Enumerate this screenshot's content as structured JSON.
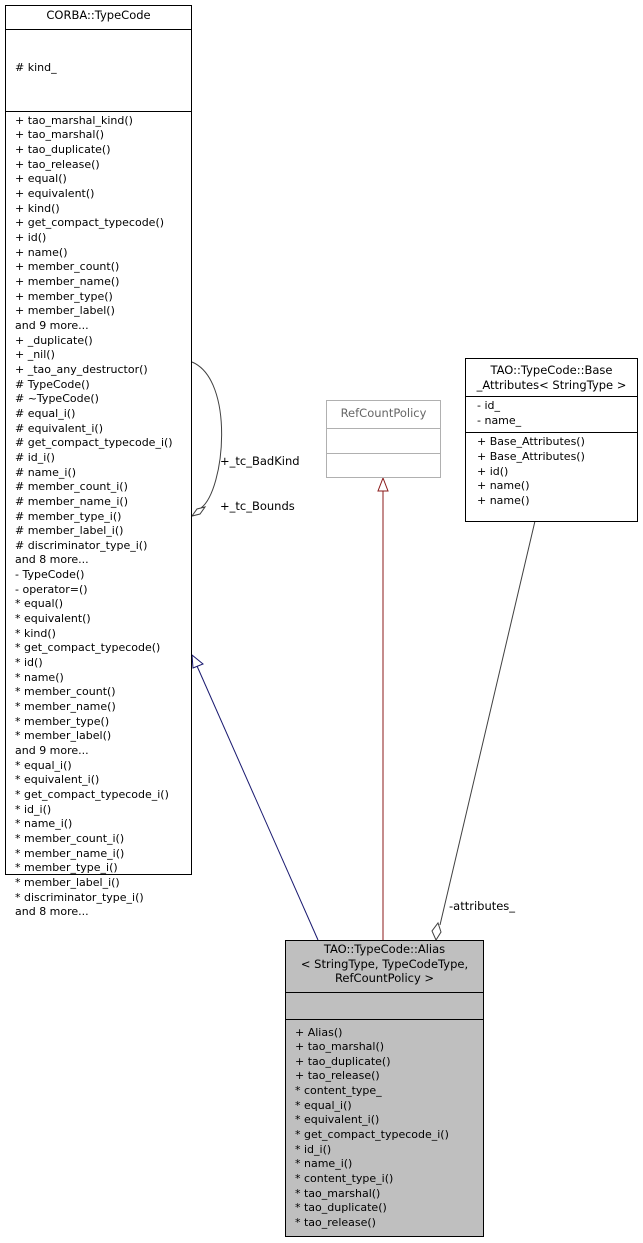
{
  "classes": {
    "typecode": {
      "title": [
        "CORBA::TypeCode"
      ],
      "attributes": [
        "# kind_"
      ],
      "operations": [
        "+ tao_marshal_kind()",
        "+ tao_marshal()",
        "+ tao_duplicate()",
        "+ tao_release()",
        "+ equal()",
        "+ equivalent()",
        "+ kind()",
        "+ get_compact_typecode()",
        "+ id()",
        "+ name()",
        "+ member_count()",
        "+ member_name()",
        "+ member_type()",
        "+ member_label()",
        "and 9 more...",
        "+ _duplicate()",
        "+ _nil()",
        "+ _tao_any_destructor()",
        "# TypeCode()",
        "# ~TypeCode()",
        "# equal_i()",
        "# equivalent_i()",
        "# get_compact_typecode_i()",
        "# id_i()",
        "# name_i()",
        "# member_count_i()",
        "# member_name_i()",
        "# member_type_i()",
        "# member_label_i()",
        "# discriminator_type_i()",
        "and 8 more...",
        "- TypeCode()",
        "- operator=()",
        "* equal()",
        "* equivalent()",
        "* kind()",
        "* get_compact_typecode()",
        "* id()",
        "* name()",
        "* member_count()",
        "* member_name()",
        "* member_type()",
        "* member_label()",
        "and 9 more...",
        "* equal_i()",
        "* equivalent_i()",
        "* get_compact_typecode_i()",
        "* id_i()",
        "* name_i()",
        "* member_count_i()",
        "* member_name_i()",
        "* member_type_i()",
        "* member_label_i()",
        "* discriminator_type_i()",
        "and 8 more..."
      ]
    },
    "refcountpolicy": {
      "title": [
        "RefCountPolicy"
      ]
    },
    "base_attributes": {
      "title": [
        "TAO::TypeCode::Base",
        "_Attributes< StringType >"
      ],
      "attributes": [
        "- id_",
        "- name_"
      ],
      "operations": [
        "+ Base_Attributes()",
        "+ Base_Attributes()",
        "+ id()",
        "+ name()",
        "+ name()"
      ]
    },
    "alias": {
      "title": [
        "TAO::TypeCode::Alias",
        "< StringType, TypeCodeType,",
        "RefCountPolicy >"
      ],
      "operations": [
        "+ Alias()",
        "+ tao_marshal()",
        "+ tao_duplicate()",
        "+ tao_release()",
        "* content_type_",
        "* equal_i()",
        "* equivalent_i()",
        "* get_compact_typecode_i()",
        "* id_i()",
        "* name_i()",
        "* content_type_i()",
        "* tao_marshal()",
        "* tao_duplicate()",
        "* tao_release()"
      ]
    }
  },
  "edges": {
    "self_assoc_labels": [
      "+_tc_BadKind",
      "+_tc_Bounds"
    ],
    "attributes_label": "-attributes_"
  },
  "colors": {
    "inheritance": "#191970",
    "template": "#8b1a1a",
    "association": "#404040",
    "highlight_fill": "#bfbfbf"
  }
}
